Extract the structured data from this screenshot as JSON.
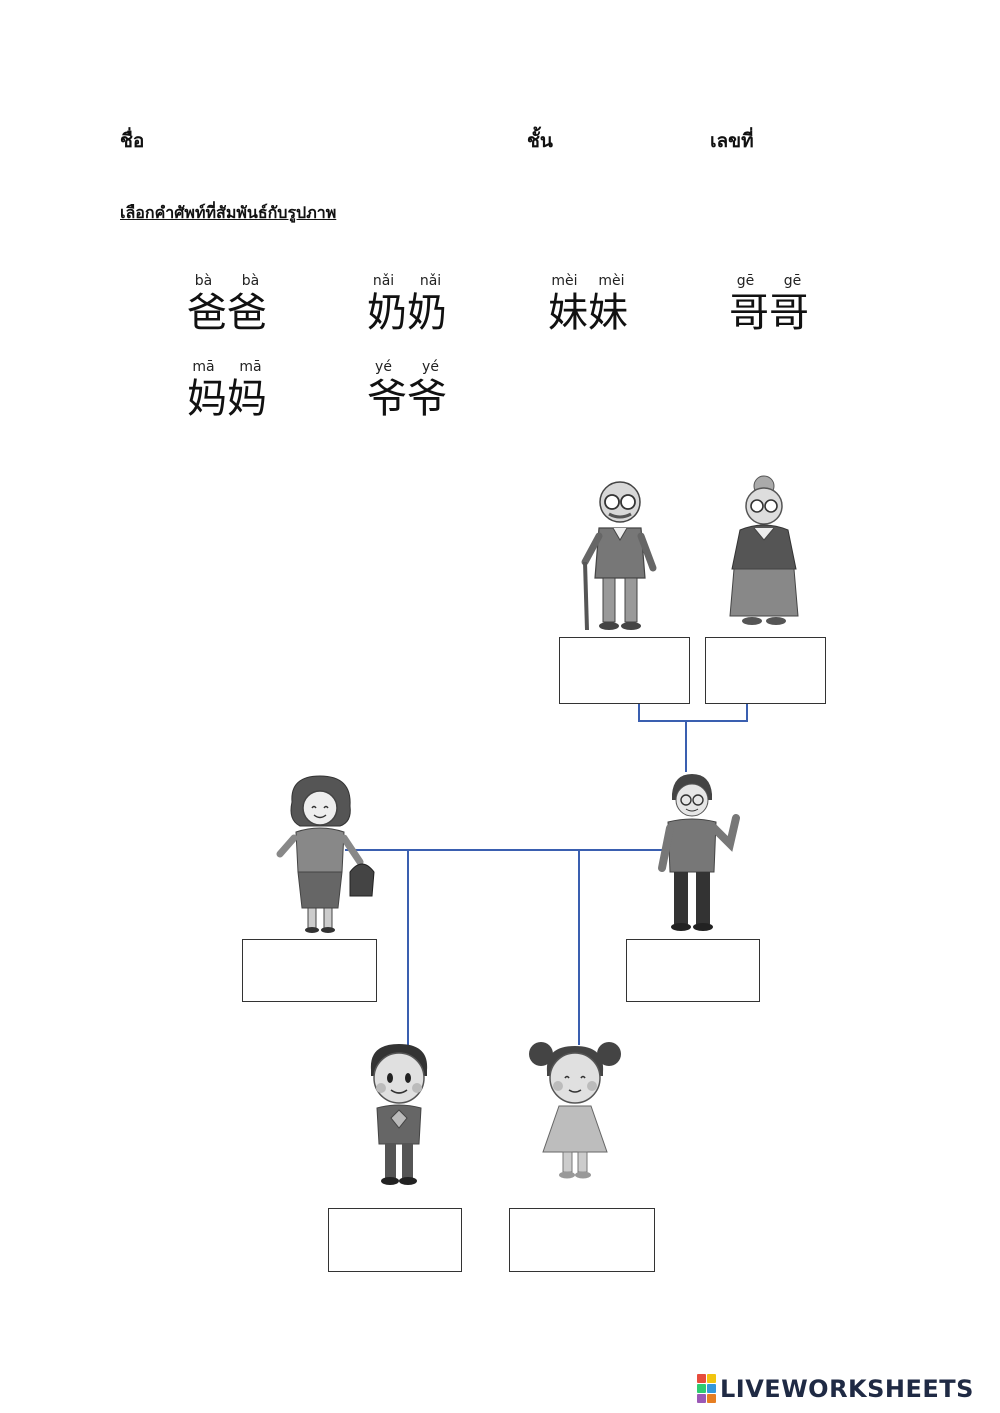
{
  "header": {
    "name_label": "ชื่อ",
    "class_label": "ชั้น",
    "number_label": "เลขที่"
  },
  "instruction": "เลือกคำศัพท์ที่สัมพันธ์กับรูปภาพ",
  "vocabulary": [
    {
      "pinyin1": "bà",
      "pinyin2": "bà",
      "hanzi": "爸爸"
    },
    {
      "pinyin1": "nǎi",
      "pinyin2": "nǎi",
      "hanzi": "奶奶"
    },
    {
      "pinyin1": "mèi",
      "pinyin2": "mèi",
      "hanzi": "妹妹"
    },
    {
      "pinyin1": "gē",
      "pinyin2": "gē",
      "hanzi": "哥哥"
    },
    {
      "pinyin1": "mā",
      "pinyin2": "mā",
      "hanzi": "妈妈"
    },
    {
      "pinyin1": "yé",
      "pinyin2": "yé",
      "hanzi": "爷爷"
    }
  ],
  "colors": {
    "tree_line": "#3a5fb0",
    "box_border": "#333333",
    "logo": [
      "#e74c3c",
      "#f1c40f",
      "#2ecc71",
      "#3498db",
      "#9b59b6",
      "#e67e22"
    ]
  },
  "footer": {
    "brand": "LIVEWORKSHEETS"
  }
}
